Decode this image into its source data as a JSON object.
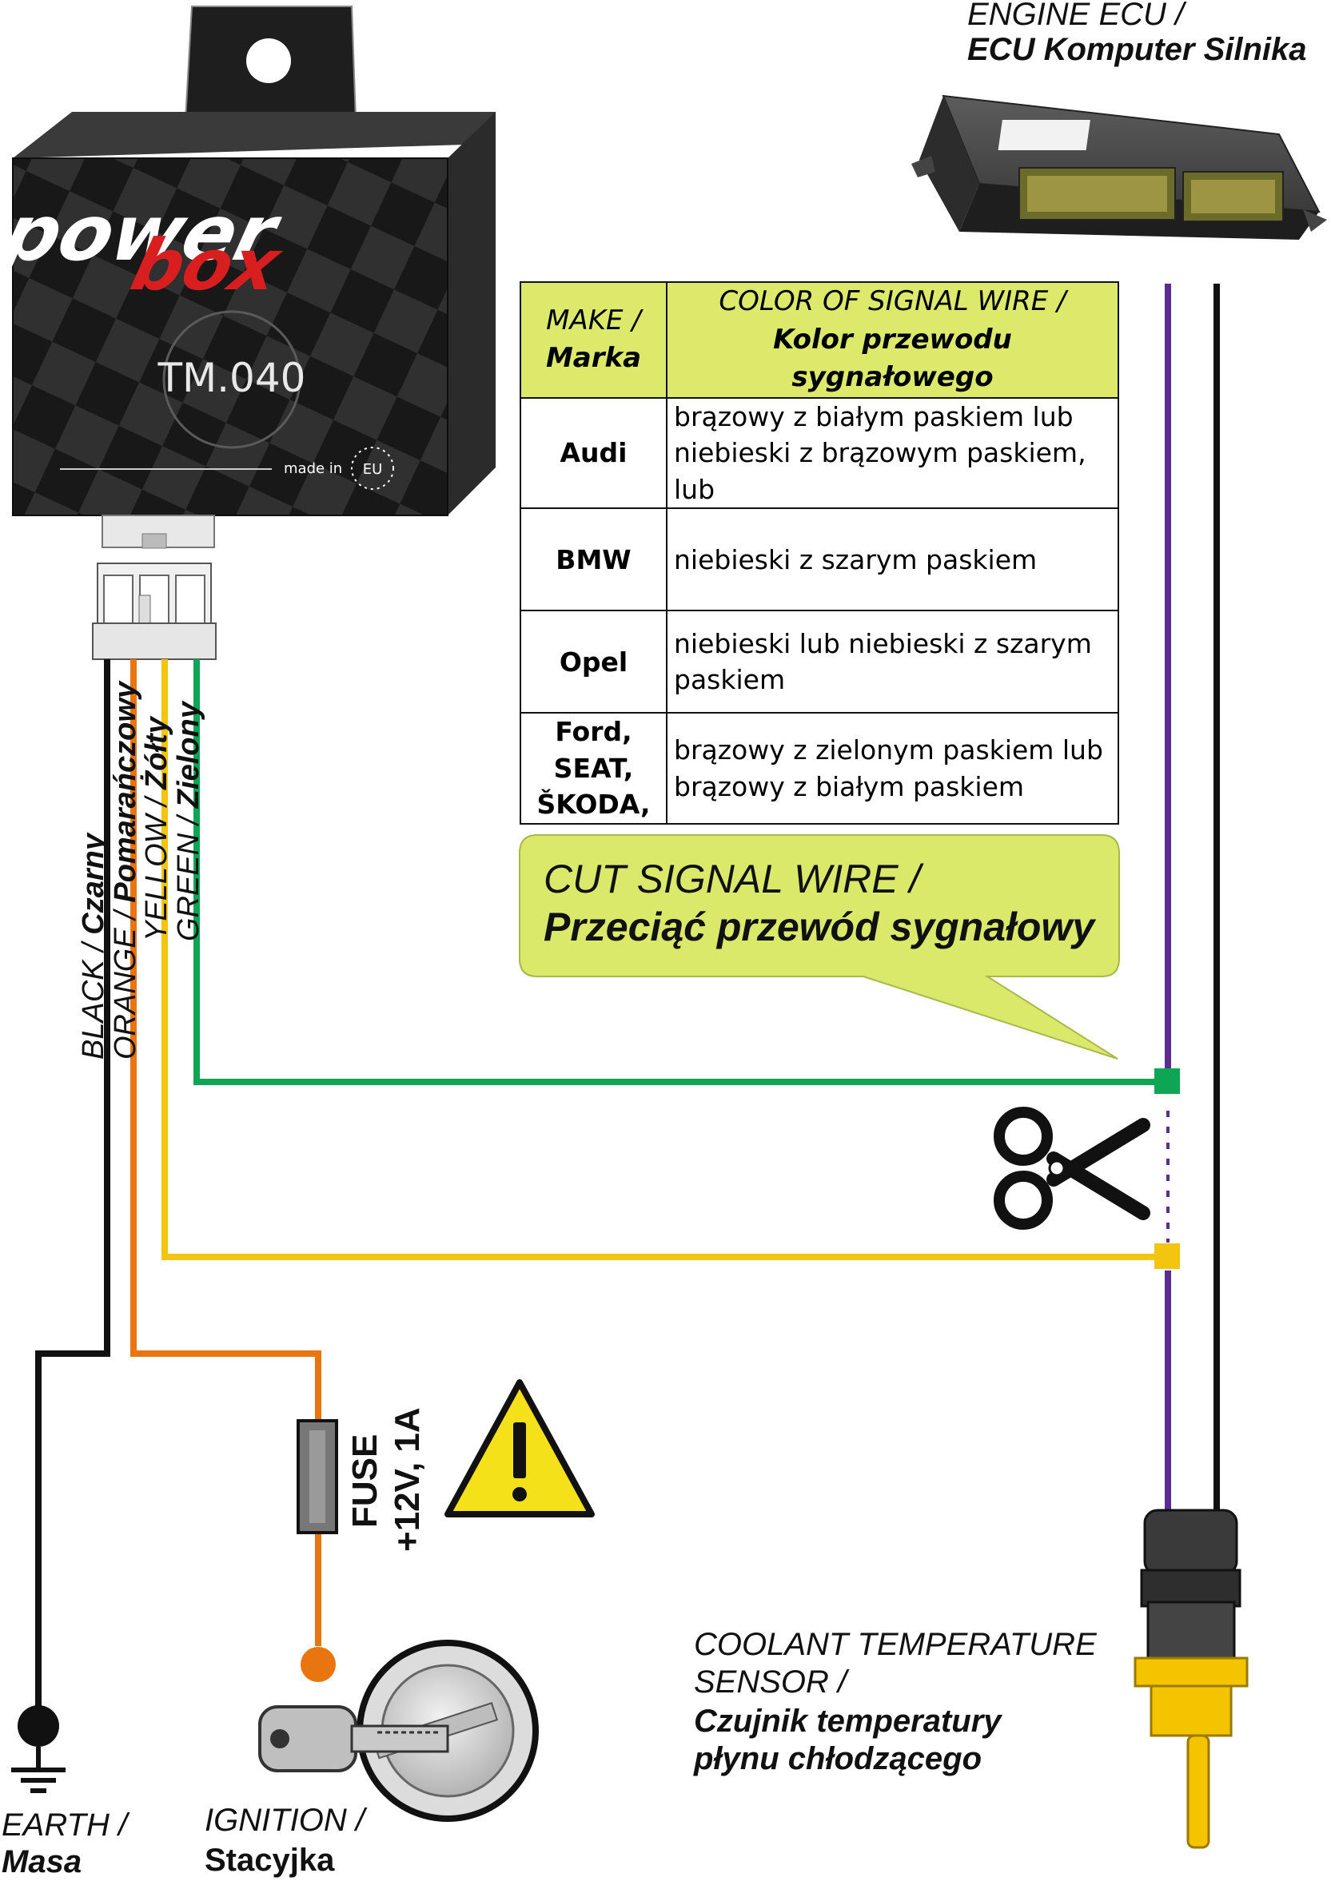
{
  "ecu": {
    "label_en": "ENGINE ECU /",
    "label_pl": "ECU Komputer Silnika"
  },
  "module": {
    "brand_top": "power",
    "brand_bottom": "box",
    "model": "TM.040",
    "made_in": "made in",
    "eu": "EU"
  },
  "table": {
    "header_make_en": "MAKE /",
    "header_make_pl": "Marka",
    "header_color_en": "COLOR OF SIGNAL WIRE /",
    "header_color_pl": "Kolor przewodu sygnałowego",
    "rows": [
      {
        "make": "Audi",
        "color_1": "brązowy z białym paskiem lub",
        "color_2": "niebieski z brązowym paskiem, lub"
      },
      {
        "make": "BMW",
        "color_1": "niebieski z szarym paskiem",
        "color_2": ""
      },
      {
        "make": "Opel",
        "color_1": "niebieski lub niebieski z szarym",
        "color_2": "paskiem"
      },
      {
        "make_1": "Ford, SEAT,",
        "make_2": "ŠKODA,",
        "color_1": "brązowy z zielonym paskiem lub",
        "color_2": "brązowy z białym paskiem"
      }
    ]
  },
  "callout": {
    "line1": "CUT SIGNAL WIRE /",
    "line2": "Przeciąć przewód sygnałowy"
  },
  "wires": {
    "black_en": "BLACK / ",
    "black_pl": "Czarny",
    "orange_en": "ORANGE / ",
    "orange_pl": "Pomarańczowy",
    "yellow_en": "YELLOW / ",
    "yellow_pl": "Żółty",
    "green_en": "GREEN / ",
    "green_pl": "Zielony"
  },
  "fuse": {
    "line1": "FUSE",
    "line2": "+12V, 1A"
  },
  "earth": {
    "label_en": "EARTH /",
    "label_pl": "Masa"
  },
  "ignition": {
    "label_en": "IGNITION /",
    "label_pl": "Stacyjka"
  },
  "sensor": {
    "line1": "COOLANT TEMPERATURE",
    "line2": "SENSOR /",
    "line3": "Czujnik temperatury",
    "line4": "płynu chłodzącego"
  },
  "colors": {
    "black_wire": "#111111",
    "orange_wire": "#e8750f",
    "yellow_wire": "#f3c511",
    "green_wire": "#0ea555",
    "purple_wire": "#5b2d91",
    "callout_fill": "#dbe96b",
    "table_header": "#dce96a",
    "warning_fill": "#f5e11a"
  }
}
